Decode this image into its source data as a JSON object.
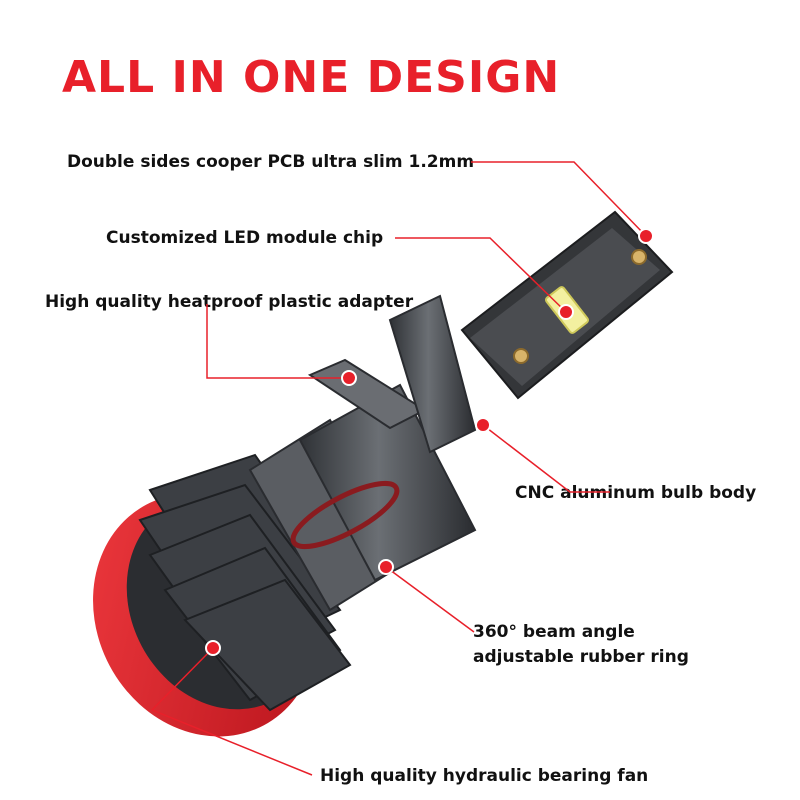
{
  "title": "ALL IN ONE DESIGN",
  "colors": {
    "accent": "#e8202a",
    "body": "#4a4d52",
    "text": "#111111"
  },
  "callouts": {
    "pcb": "Double sides cooper PCB ultra slim 1.2mm",
    "chip": "Customized LED module chip",
    "adapter": "High quality heatproof plastic adapter",
    "body": "CNC aluminum bulb body",
    "ring_line1": "360° beam angle",
    "ring_line2": "adjustable rubber ring",
    "fan": "High quality hydraulic bearing fan"
  }
}
